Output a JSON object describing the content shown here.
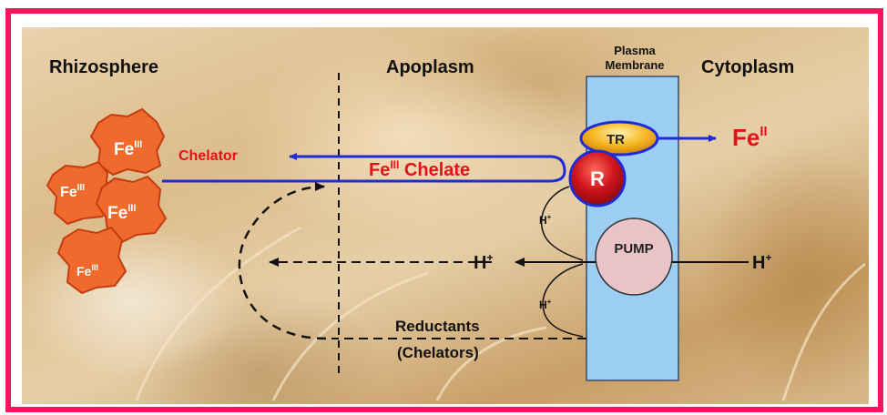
{
  "regions": {
    "rhizosphere": "Rhizosphere",
    "apoplasm": "Apoplasm",
    "membrane_line1": "Plasma",
    "membrane_line2": "Membrane",
    "cytoplasm": "Cytoplasm"
  },
  "iron_particles": [
    {
      "base": "Fe",
      "sup": "III"
    },
    {
      "base": "Fe",
      "sup": "III"
    },
    {
      "base": "Fe",
      "sup": "III"
    },
    {
      "base": "Fe",
      "sup": "III"
    }
  ],
  "chelator_label": "Chelator",
  "chelate_label": {
    "base": "Fe",
    "sup": "III",
    "rest": " Chelate"
  },
  "transporter_label": "TR",
  "reductase_label": "R",
  "pump_label": "PUMP",
  "product_label": {
    "base": "Fe",
    "sup": "II"
  },
  "proton_labels": {
    "upper_small": {
      "base": "H",
      "sup": "+"
    },
    "lower_small": {
      "base": "H",
      "sup": "+"
    },
    "apoplast": {
      "base": "H",
      "sup": "+"
    },
    "cytoplasm": {
      "base": "H",
      "sup": "+"
    }
  },
  "reductants_line1": "Reductants",
  "reductants_line2": "(Chelators)",
  "colors": {
    "frame": "#f2185e",
    "membrane": "#9ccdf2",
    "arrow_blue": "#1f2bd6",
    "text_red": "#e2121a",
    "particle_fill": "#ef6a2c",
    "particle_stroke": "#c53c12",
    "reductase_fill": "#d0141c",
    "transporter_fill": "#f5b823",
    "pump_fill": "#e8c3c8"
  }
}
